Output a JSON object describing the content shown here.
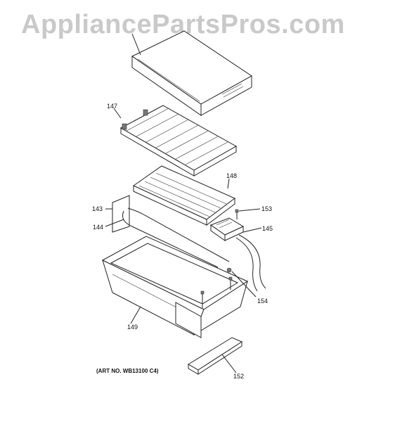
{
  "watermark": "AppliancePartsPros.com",
  "art_number": "(ART NO. WB13100 C4)",
  "callouts": {
    "143": "143",
    "144": "144",
    "145": "145",
    "147": "147",
    "148": "148",
    "149": "149",
    "152": "152",
    "153": "153",
    "154": "154"
  }
}
